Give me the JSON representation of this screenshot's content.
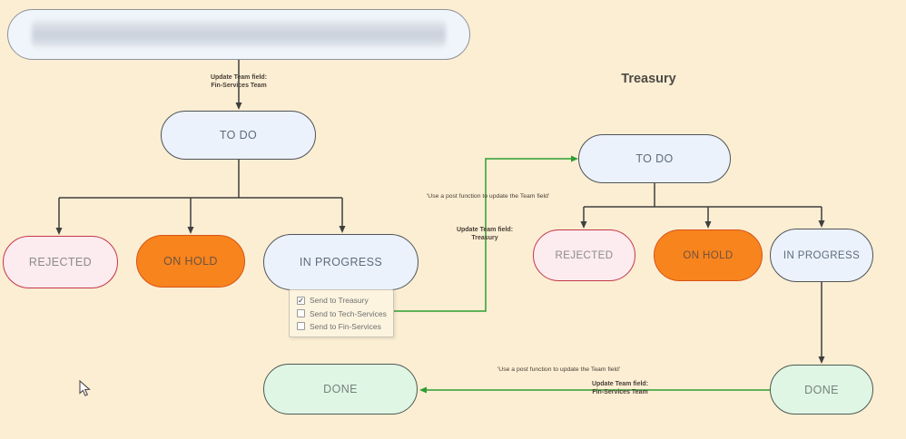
{
  "page": {
    "background": "#FBEED3"
  },
  "left_workflow": {
    "header": {
      "redacted": true,
      "text": ""
    },
    "transition_in": {
      "line1": "Update Team field:",
      "line2": "Fin-Services Team"
    },
    "nodes": {
      "todo": "TO DO",
      "rejected": "REJECTED",
      "on_hold": "ON HOLD",
      "in_progress": "IN PROGRESS",
      "done": "DONE"
    }
  },
  "checkbox_panel": {
    "items": [
      {
        "label": "Send to Treasury",
        "checked": true,
        "mark": "✓"
      },
      {
        "label": "Send to Tech-Services",
        "checked": false,
        "mark": ""
      },
      {
        "label": "Send to Fin-Services",
        "checked": false,
        "mark": ""
      }
    ]
  },
  "transitions": {
    "to_treasury": {
      "quote": "'Use a post function to update the Team field'",
      "line1": "Update Team field:",
      "line2": "Treasury"
    },
    "to_fin_services": {
      "quote": "'Use a post function to update the Team field'",
      "line1": "Update Team field:",
      "line2": "Fin-Services Team"
    }
  },
  "right_workflow": {
    "title": "Treasury",
    "nodes": {
      "todo": "TO DO",
      "rejected": "REJECTED",
      "on_hold": "ON HOLD",
      "in_progress": "IN PROGRESS",
      "done": "DONE"
    }
  },
  "colors": {
    "background": "#FBEED3",
    "status_default_fill": "#ECF2FB",
    "rejected_fill": "#FCEBEF",
    "rejected_border": "#C4374A",
    "on_hold_fill": "#F8841D",
    "on_hold_border": "#D85317",
    "done_fill": "#E0F6E5",
    "connector_black": "#3F3F3F",
    "connector_green": "#2E9D33"
  }
}
